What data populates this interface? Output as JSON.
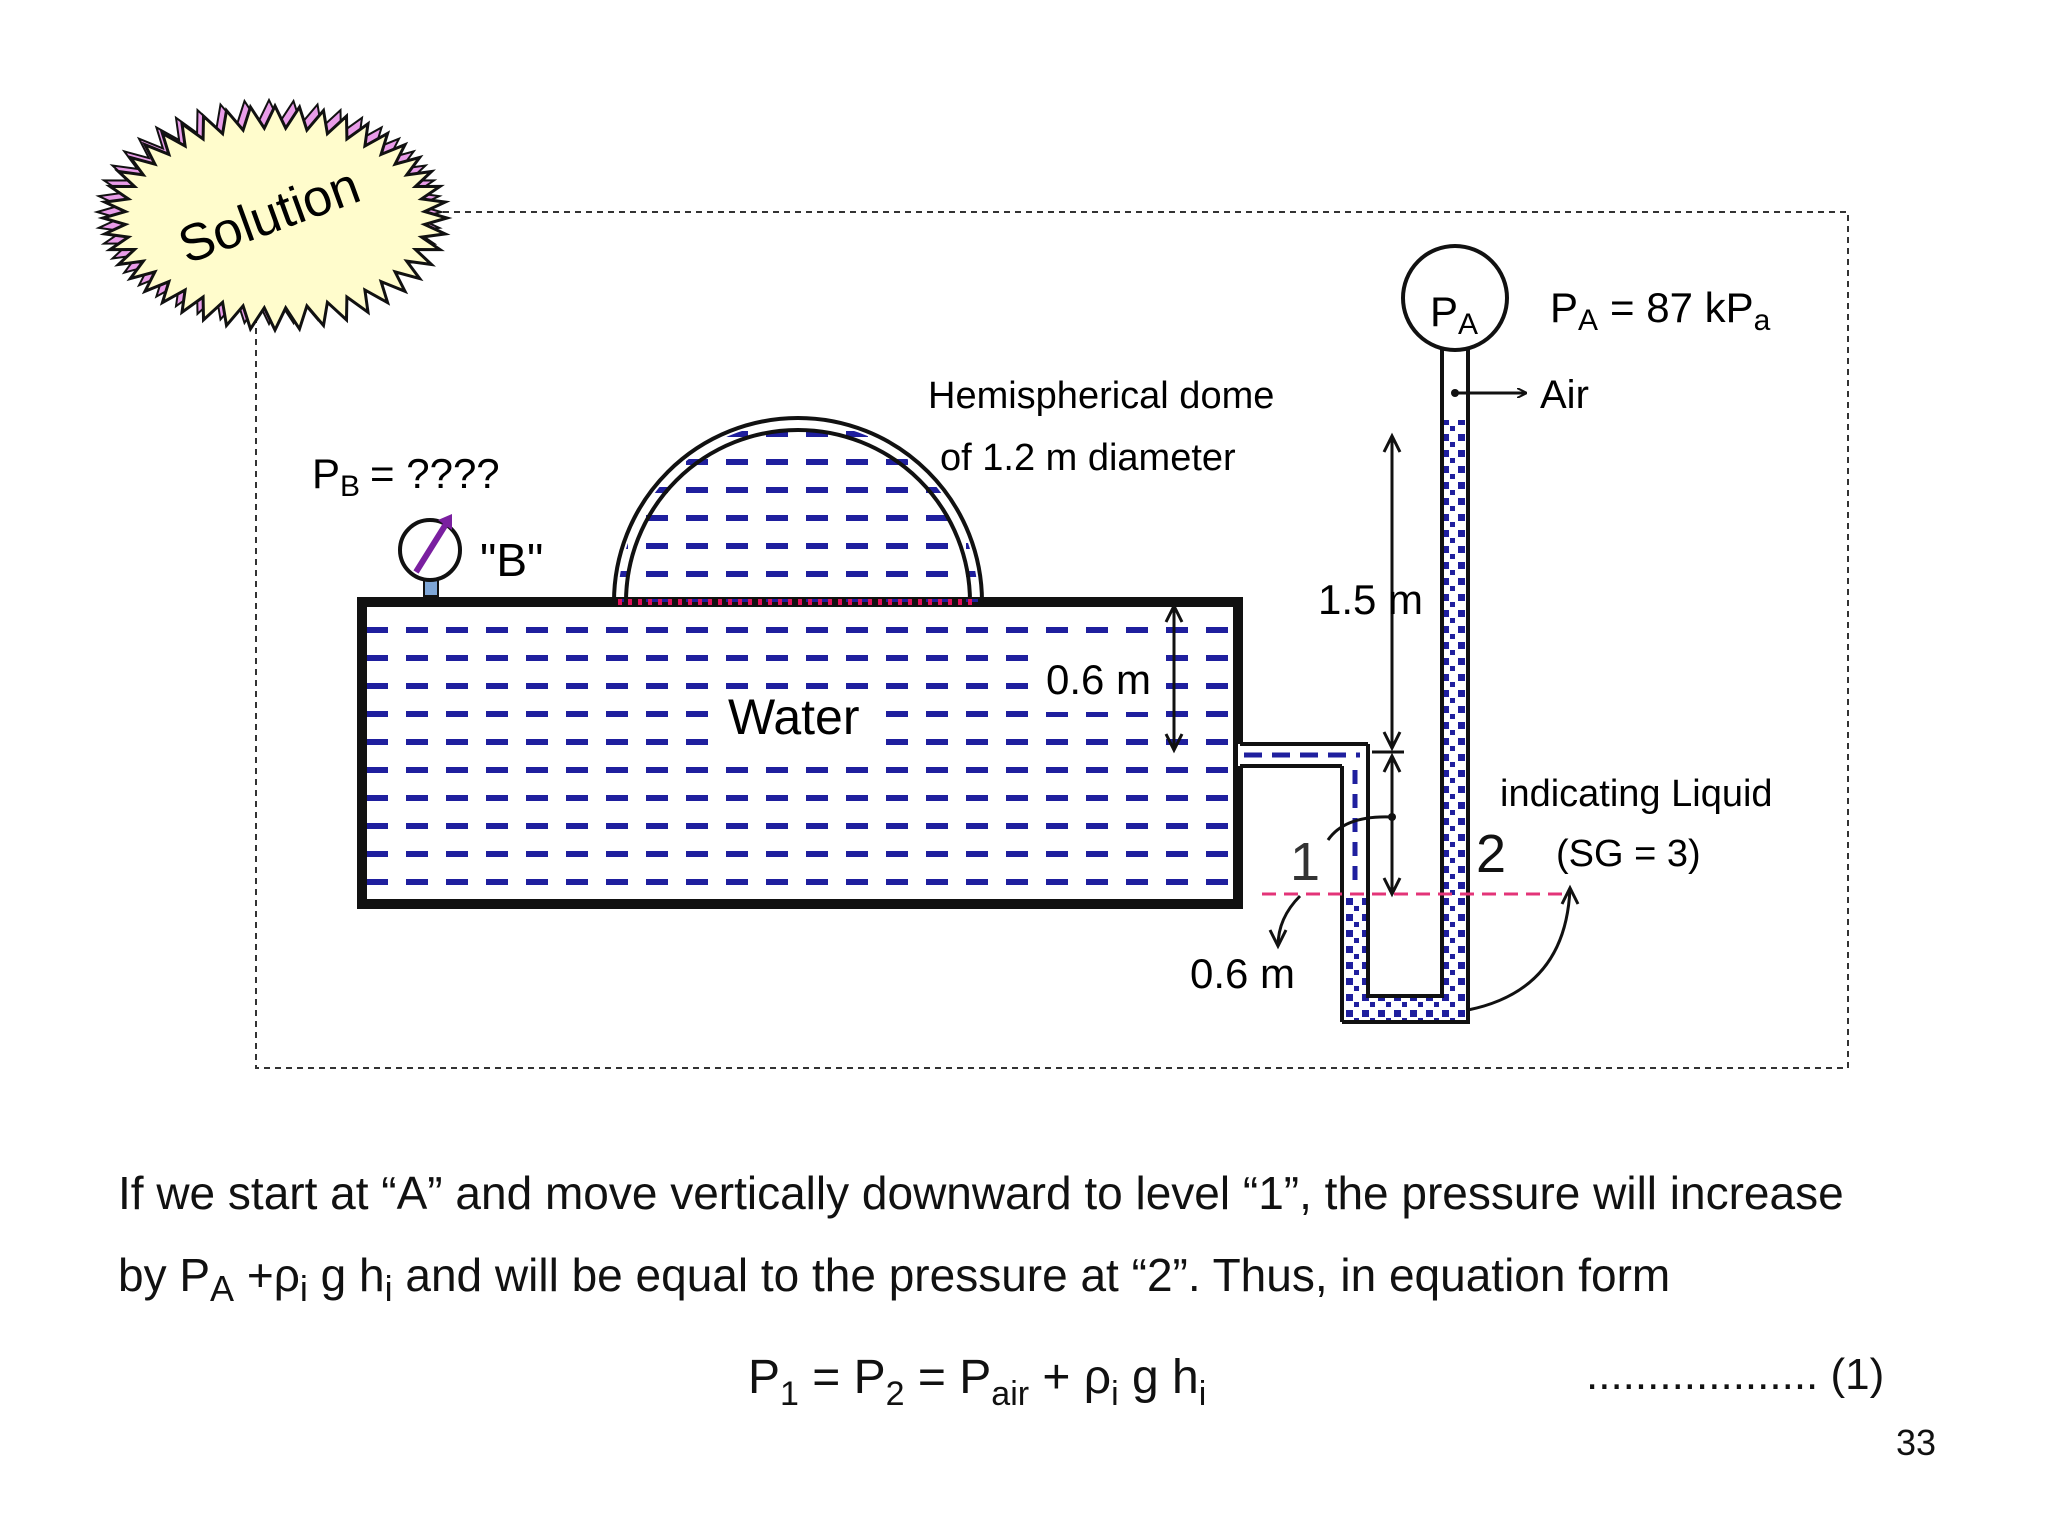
{
  "badge": {
    "label": "Solution"
  },
  "diagram": {
    "pb_label": "P",
    "pb_sub": "B",
    "pb_value": "= ????",
    "gauge_label": "\"B\"",
    "dome_line1": "Hemispherical dome",
    "dome_line2": "of  1.2 m diameter",
    "water_label": "Water",
    "dim_06_upper": "0.6 m",
    "dim_15": "1.5 m",
    "dim_06_lower": "0.6 m",
    "point_1": "1",
    "point_2": "2",
    "gauge_a_label": "P",
    "gauge_a_sub": "A",
    "pa_label": "P",
    "pa_sub": "A",
    "pa_value": "= 87 kP",
    "pa_value_sub": "a",
    "air_label": "Air",
    "liquid_line1": "indicating  Liquid",
    "liquid_line2": "(SG = 3)"
  },
  "text": {
    "line1": "If we start at “A” and move vertically downward to level “1”, the pressure will increase",
    "line2_a": "by P",
    "line2_sub_a": "A",
    "line2_b": " +ρ",
    "line2_sub_i1": "i",
    "line2_c": " g h",
    "line2_sub_i2": "i",
    "line2_d": " and will be equal to the pressure at “2”. Thus, in equation form"
  },
  "equation": {
    "p": "P",
    "sub1": "1",
    "eq1": " = P",
    "sub2": "2",
    "eq2": " = P",
    "sub_air": "air",
    "plus": " + ρ",
    "sub_i": "i",
    "gh": "  g h",
    "sub_i2": "i",
    "ref": "................... (1)"
  },
  "page": {
    "number": "33"
  },
  "colors": {
    "water_dash": "#1f1f9e",
    "liquid": "#1f1f9e",
    "dotted_red": "#e0105a",
    "pink_dash": "#e33478",
    "badge_fill": "#fffccc",
    "badge_shadow": "#e99ce9",
    "gauge_arrow": "#7a1fa0"
  }
}
